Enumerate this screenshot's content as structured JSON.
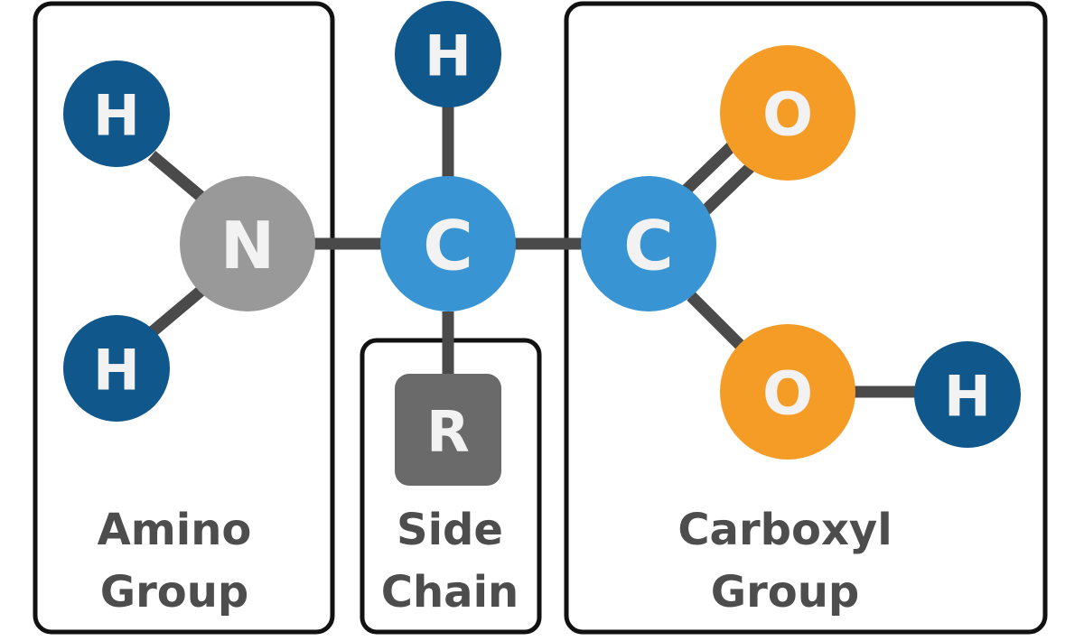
{
  "colors": {
    "hydrogen": "#10578c",
    "nitrogen": "#999999",
    "carbon": "#3894d2",
    "oxygen": "#f49c26",
    "side_chain": "#6a6a6a",
    "bond": "#4a4a4a",
    "label": "#4d4d4d",
    "atom_text": "#f2f2f2"
  },
  "atoms": {
    "h_amino_top": "H",
    "h_amino_bottom": "H",
    "nitrogen": "N",
    "h_alpha": "H",
    "c_alpha": "C",
    "side_chain_r": "R",
    "c_carboxyl": "C",
    "o_double": "O",
    "o_hydroxyl": "O",
    "h_hydroxyl": "H"
  },
  "groups": {
    "amino": {
      "line1": "Amino",
      "line2": "Group"
    },
    "side_chain": {
      "line1": "Side",
      "line2": "Chain"
    },
    "carboxyl": {
      "line1": "Carboxyl",
      "line2": "Group"
    }
  }
}
